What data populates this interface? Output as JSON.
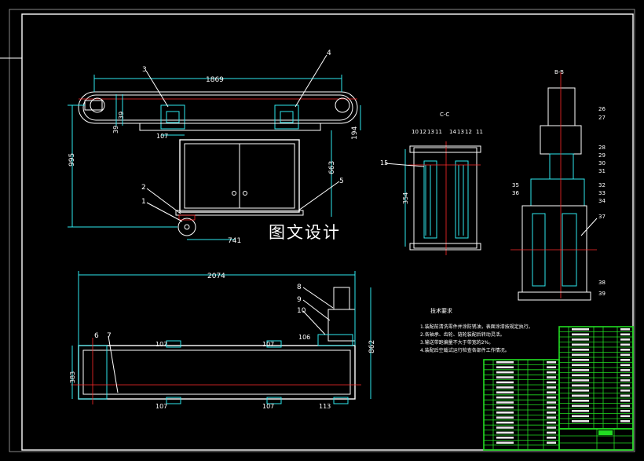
{
  "watermark": "图文设计",
  "front_view": {
    "dim_length": "1869",
    "dim_height": "995",
    "dim_frame": "663",
    "dim_top": "194",
    "dim_wheel": "741",
    "dim_small_1": "39",
    "dim_small_2": "39",
    "dim_pitch": "107",
    "callouts": [
      "3",
      "4",
      "2",
      "1",
      "5"
    ]
  },
  "section_cc": {
    "title": "C-C",
    "dim_height": "354",
    "callouts_top": [
      "10",
      "12",
      "13",
      "11",
      "14",
      "13",
      "12",
      "11"
    ],
    "callout_side": "15"
  },
  "section_bb": {
    "title": "B-B",
    "callouts": [
      "26",
      "27",
      "28",
      "29",
      "30",
      "31",
      "32",
      "33",
      "34",
      "35",
      "36",
      "37",
      "38",
      "39"
    ]
  },
  "top_view": {
    "dim_length": "2074",
    "dim_height": "862",
    "dim_width": "383",
    "dims_top": [
      "107",
      "107"
    ],
    "dims_bottom": [
      "107",
      "107",
      "113"
    ],
    "dim_motor": "106",
    "callouts": [
      "8",
      "9",
      "10",
      "6",
      "7"
    ]
  },
  "notes": {
    "title": "技术要求",
    "items": [
      "1.装配前清洗零件并涂防锈油，表面涂漆按规定执行。",
      "2.各轴承、齿轮、链轮装配后转动灵活。",
      "3.输送带跑偏量不大于带宽的2%。",
      "4.装配后空载试运行检查各部件工作情况。"
    ]
  }
}
